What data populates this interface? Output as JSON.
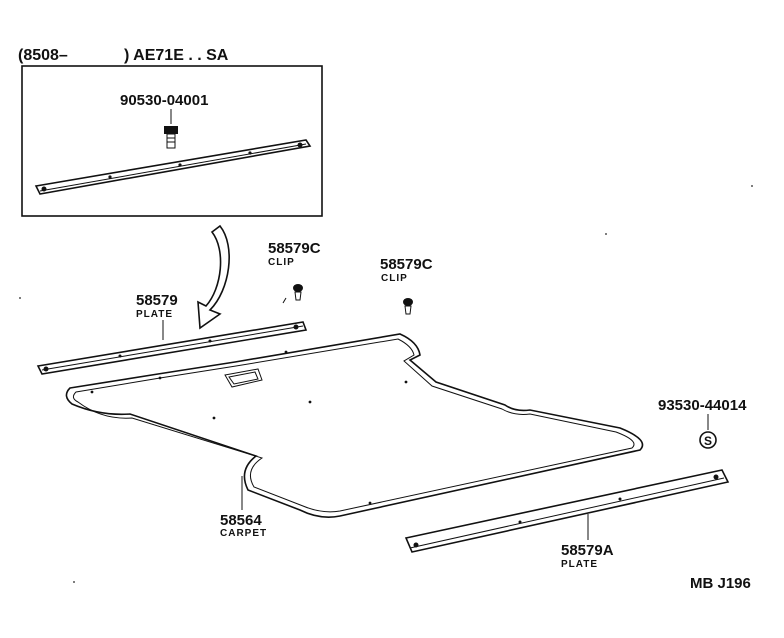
{
  "header": {
    "open": "(8508–",
    "close": ") AE71E . . SA"
  },
  "inset": {
    "bolt_part": "90530-04001"
  },
  "parts": {
    "clip_left": {
      "number": "58579C",
      "name": "CLIP"
    },
    "clip_right": {
      "number": "58579C",
      "name": "CLIP"
    },
    "plate_left": {
      "number": "58579",
      "name": "PLATE"
    },
    "carpet": {
      "number": "58564",
      "name": "CARPET"
    },
    "plate_right": {
      "number": "58579A",
      "name": "PLATE"
    },
    "s_part": {
      "number": "93530-44014",
      "symbol": "S"
    }
  },
  "footer": {
    "code": "MB J196"
  }
}
